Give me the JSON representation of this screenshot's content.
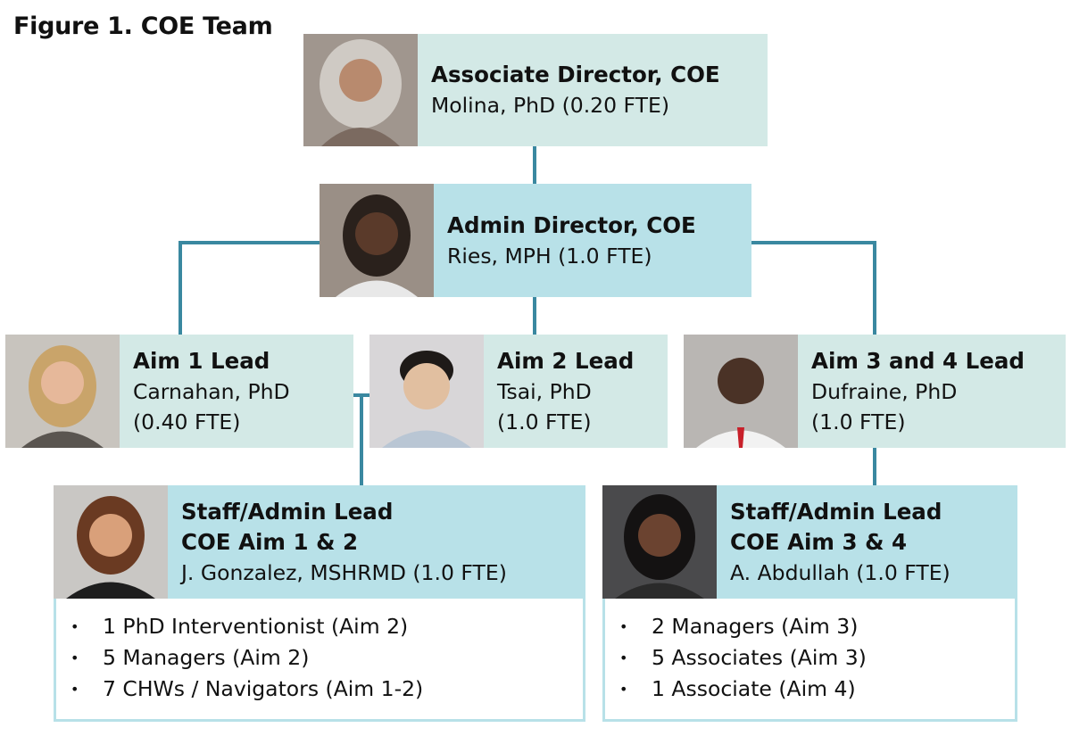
{
  "figure_title": "Figure 1. COE Team",
  "colors": {
    "light_box": "#d3e9e6",
    "blue_box": "#b8e1e8",
    "connector": "#3a88a0",
    "text": "#111111"
  },
  "nodes": {
    "associate_director": {
      "role": "Associate Director, COE",
      "name": "Molina, PhD (0.20 FTE)",
      "photo_icon": "person-photo"
    },
    "admin_director": {
      "role": "Admin Director, COE",
      "name": "Ries, MPH (1.0 FTE)",
      "photo_icon": "person-photo"
    },
    "aim1_lead": {
      "role": "Aim 1 Lead",
      "name": "Carnahan, PhD",
      "fte": "(0.40 FTE)",
      "photo_icon": "person-photo"
    },
    "aim2_lead": {
      "role": "Aim 2 Lead",
      "name": "Tsai, PhD",
      "fte": "(1.0 FTE)",
      "photo_icon": "person-photo"
    },
    "aim34_lead": {
      "role": "Aim 3 and 4 Lead",
      "name": "Dufraine, PhD",
      "fte": "(1.0 FTE)",
      "photo_icon": "person-photo"
    },
    "staff_lead_12": {
      "role_line1": "Staff/Admin Lead",
      "role_line2": "COE Aim 1 & 2",
      "name": "J. Gonzalez, MSHRMD (1.0 FTE)",
      "photo_icon": "person-photo",
      "staff": [
        "1 PhD Interventionist (Aim 2)",
        "5 Managers (Aim 2)",
        "7 CHWs / Navigators (Aim 1-2)"
      ]
    },
    "staff_lead_34": {
      "role_line1": "Staff/Admin Lead",
      "role_line2": "COE Aim 3 & 4",
      "name": "A. Abdullah (1.0 FTE)",
      "photo_icon": "person-photo",
      "staff": [
        "2 Managers (Aim 3)",
        "5 Associates (Aim 3)",
        "1 Associate (Aim 4)"
      ]
    }
  }
}
